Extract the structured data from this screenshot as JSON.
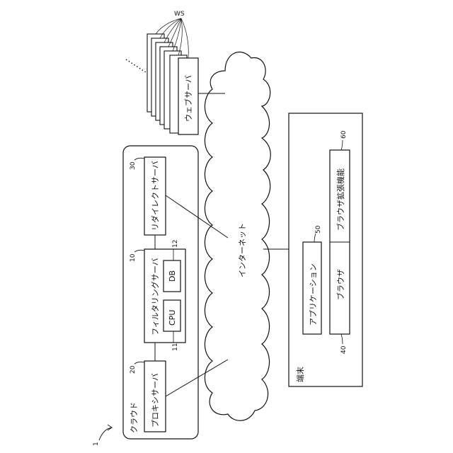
{
  "figure_number": "1",
  "cloud": {
    "label": "クラウド"
  },
  "internet": {
    "label": "インターネット"
  },
  "proxy_server": {
    "label": "プロキシサーバ",
    "ref": "20"
  },
  "filtering_server": {
    "label": "フィルタリングサーバ",
    "ref": "10"
  },
  "cpu": {
    "label": "CPU",
    "ref": "11"
  },
  "db": {
    "label": "DB",
    "ref": "12"
  },
  "redirect_server": {
    "label": "リダイレクトサーバ",
    "ref": "30"
  },
  "web_server": {
    "label": "ウェブサーバ",
    "ref": "WS"
  },
  "terminal": {
    "label": "端末"
  },
  "application": {
    "label": "アプリケーション",
    "ref": "50"
  },
  "browser": {
    "label": "ブラウザ",
    "ref": "40"
  },
  "browser_extension": {
    "label": "ブラウザ拡張機能",
    "ref": "60"
  }
}
